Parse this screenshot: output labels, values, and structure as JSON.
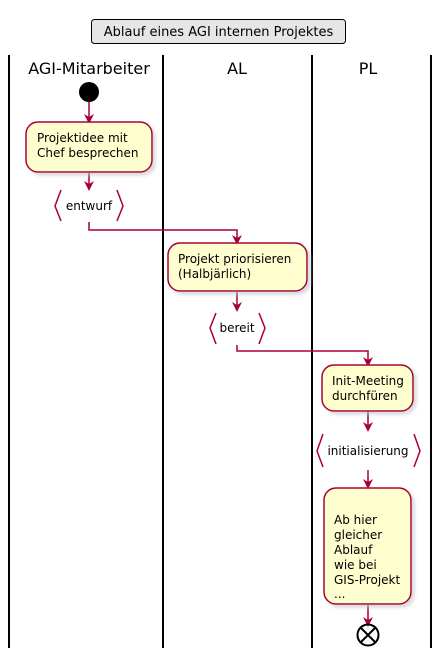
{
  "title": "Ablauf eines AGI internen Projektes",
  "colors": {
    "arrow": "#A80036",
    "activity_fill": "#FEFECE",
    "title_fill": "#E6E6E6",
    "swimlane_line": "#000000"
  },
  "swimlanes": [
    {
      "name": "AGI-Mitarbeiter"
    },
    {
      "name": "AL"
    },
    {
      "name": "PL"
    }
  ],
  "activities": [
    {
      "lines": [
        "Projektidee mit",
        "Chef besprechen"
      ]
    },
    {
      "lines": [
        "Projekt priorisieren",
        "(Halbjärlich)"
      ]
    },
    {
      "lines": [
        "Init-Meeting",
        "durchfüren"
      ]
    },
    {
      "lines": [
        "Ab hier",
        "gleicher",
        "Ablauf",
        "wie bei",
        "GIS-Projekt",
        "..."
      ]
    }
  ],
  "states": [
    {
      "label": "entwurf"
    },
    {
      "label": "bereit"
    },
    {
      "label": "initialisierung"
    }
  ],
  "nodes": {
    "start": "start-node",
    "end": "end-node"
  }
}
